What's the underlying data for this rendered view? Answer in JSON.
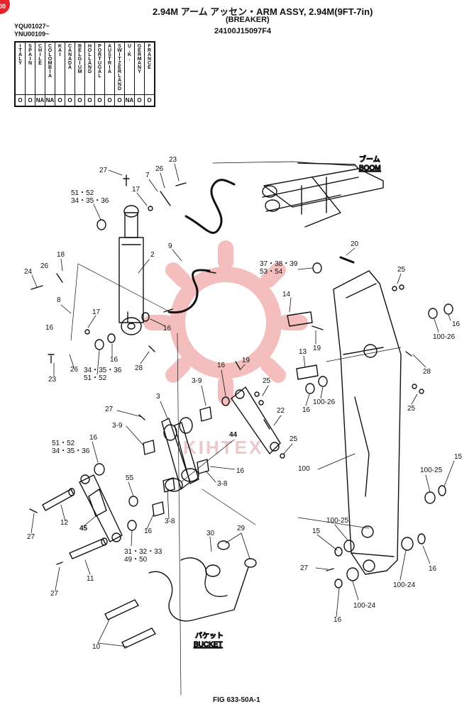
{
  "header": {
    "title": "2.94M アーム アッセン・ARM ASSY, 2.94M(9FT-7in)",
    "subtitle": "(BREAKER)",
    "part_number": "24100J15097F4",
    "serial_1": "YQU01027~",
    "serial_2": "YNU00109~",
    "corner_badge": "00"
  },
  "country_table": {
    "countries": [
      "ITALY",
      "SPAIN",
      "CHILE",
      "COLOMBIA",
      "KAI",
      "CANADA",
      "BELGIUM",
      "HOLLAND",
      "PORTUGAL",
      "AUSTRIA",
      "SWITZERLAND",
      "U.K.",
      "GERMANY",
      "FRANCE"
    ],
    "marks": [
      "O",
      "O",
      "NA",
      "NA",
      "O",
      "O",
      "O",
      "O",
      "O",
      "O",
      "O",
      "NA",
      "O",
      "O"
    ]
  },
  "labels": {
    "boom_jp": "ブーム",
    "boom": "BOOM",
    "bucket_jp": "バケット",
    "bucket": "BUCKET",
    "watermark": "KIHTEX",
    "figure": "FIG 633-50A-1",
    "callouts": {
      "c27a": "27",
      "c23a": "23",
      "c26a": "26",
      "c7": "7",
      "c17a": "17",
      "c5152a": "51・52",
      "c343536a": "34・35・36",
      "c9": "9",
      "c2": "2",
      "c18": "18",
      "c24": "24",
      "c26b": "26",
      "c8": "8",
      "c17b": "17",
      "c16a": "16",
      "c343536b": "34・35・36",
      "c5152b": "51・52",
      "c16b": "16",
      "c28a": "28",
      "c23b": "23",
      "c26c": "26",
      "c373839": "37・38・39",
      "c5354": "53・54",
      "c20": "20",
      "c25a": "25",
      "c14": "14",
      "c16c": "16",
      "c19a": "19",
      "c13": "13",
      "c16d": "16",
      "c10026a": "100-26",
      "c10026b": "100-26",
      "c28b": "28",
      "c25b": "25",
      "c39": "3-9",
      "c3": "3",
      "c16e": "16",
      "c19b": "19",
      "c25c": "25",
      "c22": "22",
      "c44": "44",
      "c25d": "25",
      "c27b": "27",
      "c39b": "3-9",
      "c5152c": "51・52",
      "c343536c": "34・35・36",
      "c16f": "16",
      "c16g": "16",
      "c38a": "3-8",
      "c100": "100",
      "c10025a": "100-25",
      "c15a": "15",
      "c55": "55",
      "c12": "12",
      "c45": "45",
      "c27c": "27",
      "c16h": "16",
      "c38b": "3-8",
      "c31": "31・32・33",
      "c4950": "49・50",
      "c30": "30",
      "c29": "29",
      "c10025b": "100-25",
      "c15b": "15",
      "c27d": "27",
      "c10024a": "100-24",
      "c16i": "16",
      "c10024b": "100-24",
      "c11": "11",
      "c27e": "27",
      "c16j": "16",
      "c10": "10",
      "c16k": "16"
    }
  }
}
